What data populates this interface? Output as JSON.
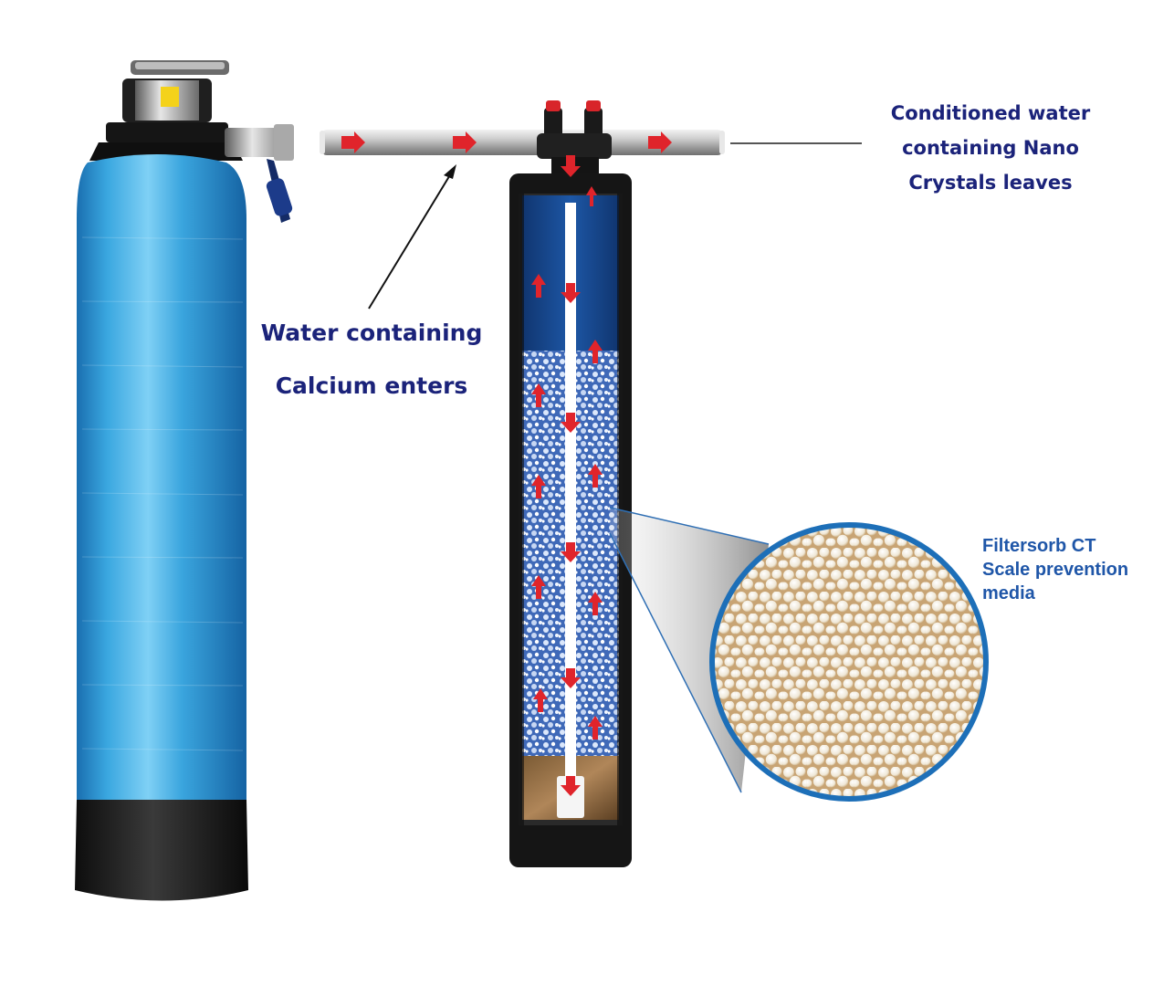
{
  "labels": {
    "outlet": [
      "Conditioned water",
      "containing Nano",
      "Crystals leaves"
    ],
    "inlet": [
      "Water containing",
      "Calcium enters"
    ],
    "media": [
      "Filtersorb CT",
      "Scale prevention",
      "media"
    ]
  },
  "colors": {
    "tank_blue": "#2f9bd6",
    "tank_base": "#1a1a1a",
    "label_navy": "#1b237a",
    "label_blue": "#1f56a8",
    "flow_arrow": "#e0242b",
    "column_water": "#1a4e9a",
    "media_bead": "#f4efe3"
  },
  "icons": [
    "control-valve-icon",
    "ball-valve-icon",
    "flow-arrow-icon",
    "magnifier-circle-icon"
  ]
}
